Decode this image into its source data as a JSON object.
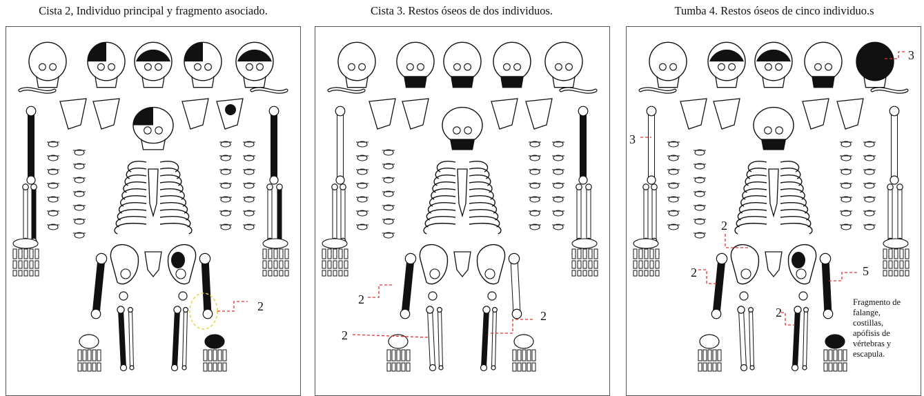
{
  "panels": [
    {
      "title": "Cista 2, Individuo principal y fragmento asociado.",
      "labels": [
        "2"
      ]
    },
    {
      "title": "Cista 3. Restos óseos de dos individuos.",
      "labels": [
        "2",
        "2",
        "2"
      ]
    },
    {
      "title": "Tumba 4. Restos óseos de cinco individuo.s",
      "labels": [
        "3",
        "3",
        "2",
        "2",
        "5",
        "2"
      ],
      "note": "Fragmento de\nfalange,\ncostillas,\napófisis de\nvértebras y\nescapula."
    }
  ],
  "colors": {
    "ink": "#111111",
    "dashed_red": "#e03030",
    "highlight_yellow": "#e8d84a"
  }
}
